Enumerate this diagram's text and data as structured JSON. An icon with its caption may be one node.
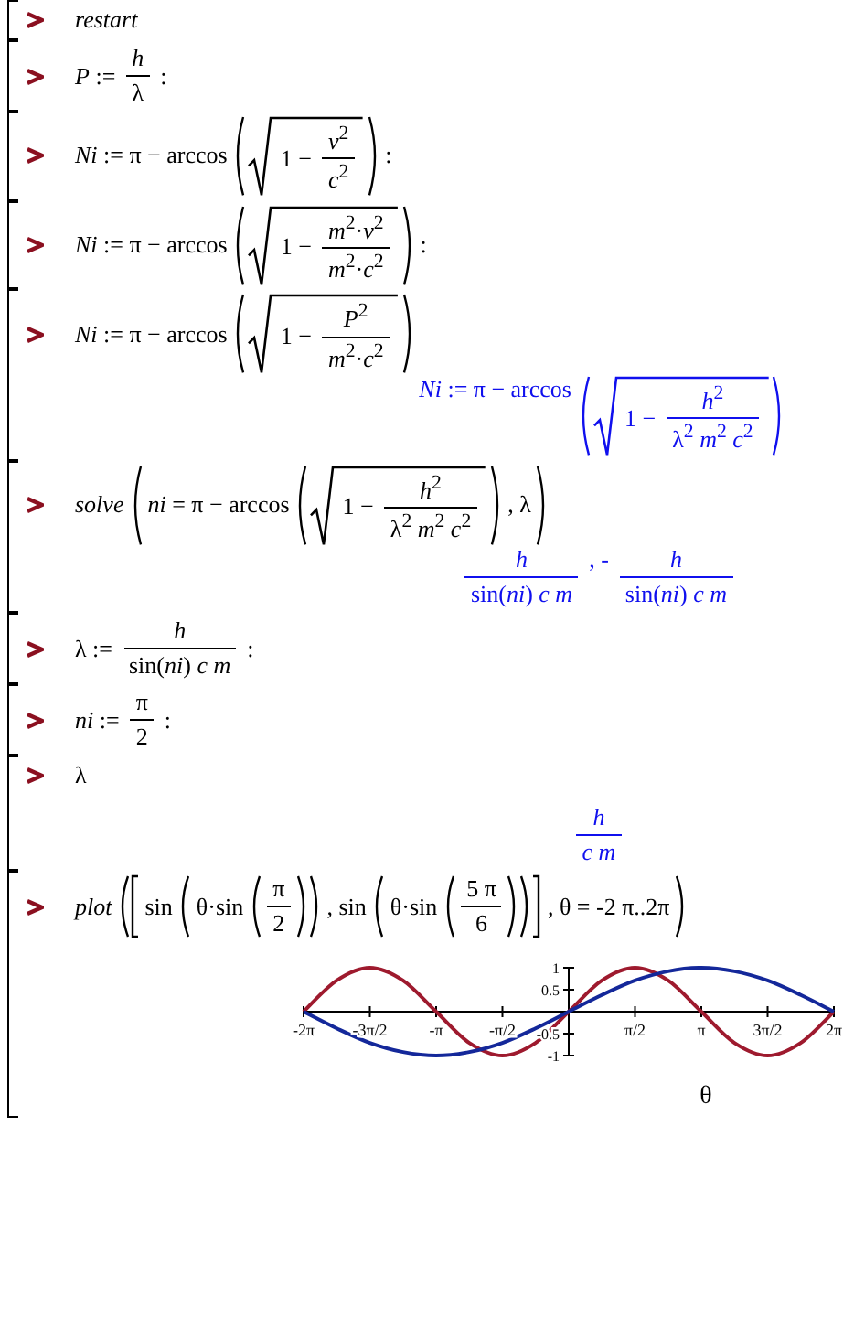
{
  "diagram": {
    "labels": [
      "restart",
      "*P* :=",
      "h",
      "λ",
      ":",
      "*Ni* := π − arccos",
      "1 −",
      "*v*$^{2}$",
      "*c*$^{2}$",
      ":",
      "*Ni* := π − arccos",
      "1 −",
      "*m*$^{2}$·*v*$^{2}$",
      "*m*$^{2}$·*c*$^{2}$",
      ":",
      "*Ni* := π − arccos",
      "1 −",
      "*P*$^{2}$",
      "*m*$^{2}$·*c*$^{2}$",
      "*Ni* := π − arccos",
      "1 −",
      "*h*$^{2}$",
      "λ$^{2}$ *m*$^{2}$ *c*$^{2}$",
      "solve",
      "*ni* = π − arccos",
      "1 −",
      "*h*$^{2}$",
      "λ$^{2}$ *m*$^{2}$ *c*$^{2}$",
      ", λ",
      "h",
      "sin(*ni*) *c m*",
      ", -",
      "h",
      "sin(*ni*) *c m*",
      "λ :=",
      "h",
      "sin(*ni*) *c m*",
      ":",
      "*ni* :=",
      "π",
      "2",
      ":",
      "λ",
      "h",
      "c m",
      "plot",
      "sin",
      "θ·sin",
      "π",
      "2",
      ", sin",
      "θ·sin",
      "5 π",
      "6",
      ", θ = -2 π..2π"
    ],
    "chart_data": {
      "type": "line",
      "xlabel": "θ",
      "x": [
        -6.2832,
        -5.4978,
        -4.7124,
        -3.927,
        -3.1416,
        -2.3562,
        -1.5708,
        -0.7854,
        0,
        0.7854,
        1.5708,
        2.3562,
        3.1416,
        3.927,
        4.7124,
        5.4978,
        6.2832
      ],
      "series": [
        {
          "color": "#9e1a2e",
          "values": [
            0,
            0.71,
            1,
            0.71,
            0,
            -0.71,
            -1,
            -0.71,
            0,
            0.71,
            1,
            0.71,
            0,
            -0.71,
            -1,
            -0.71,
            0
          ]
        },
        {
          "color": "#14289a",
          "values": [
            0,
            -0.38,
            -0.71,
            -0.92,
            -1,
            -0.92,
            -0.71,
            -0.38,
            0,
            0.38,
            0.71,
            0.92,
            1,
            0.92,
            0.71,
            0.38,
            0
          ]
        }
      ],
      "xlim": [
        -6.2832,
        6.2832
      ],
      "ylim": [
        -1,
        1
      ],
      "xticks": [
        {
          "value": -6.2832,
          "label": "-2π"
        },
        {
          "value": -4.7124,
          "label": "-3π/2"
        },
        {
          "value": -3.1416,
          "label": "-π"
        },
        {
          "value": -1.5708,
          "label": "-π/2"
        },
        {
          "value": 1.5708,
          "label": "π/2"
        },
        {
          "value": 3.1416,
          "label": "π"
        },
        {
          "value": 4.7124,
          "label": "3π/2"
        },
        {
          "value": 6.2832,
          "label": "2π"
        }
      ],
      "yticks": [
        -1,
        -0.5,
        0.5,
        1
      ]
    }
  }
}
